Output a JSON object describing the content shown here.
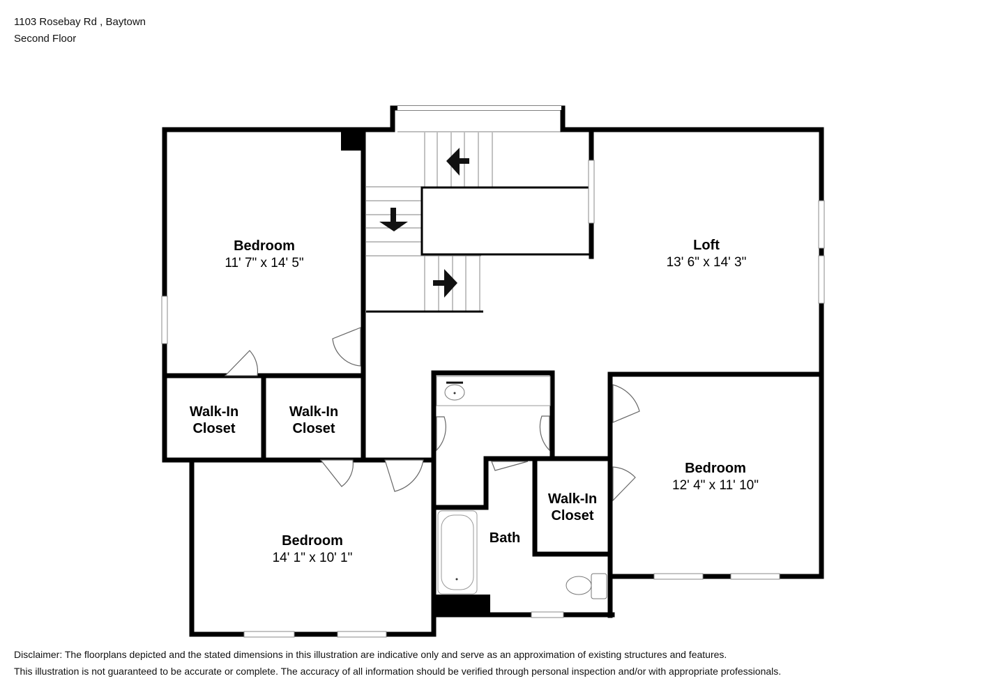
{
  "header": {
    "address": "1103 Rosebay Rd , Baytown",
    "floor": "Second Floor"
  },
  "rooms": [
    {
      "name": "Bedroom",
      "dims": "11' 7\" x 14' 5\""
    },
    {
      "name": "Loft",
      "dims": "13' 6\" x 14' 3\""
    },
    {
      "name": "Walk-In",
      "name2": "Closet"
    },
    {
      "name": "Walk-In",
      "name2": "Closet"
    },
    {
      "name": "Bedroom",
      "dims": "14' 1\" x 10' 1\""
    },
    {
      "name": "Bath"
    },
    {
      "name": "Walk-In",
      "name2": "Closet"
    },
    {
      "name": "Bedroom",
      "dims": "12' 4\" x 11' 10\""
    }
  ],
  "disclaimer": {
    "line1": "Disclaimer: The floorplans depicted and the stated dimensions in this illustration are indicative only and serve as an approximation of existing structures and features.",
    "line2": "This illustration is not guaranteed to be accurate or complete. The accuracy of all information should be verified through personal inspection and/or with appropriate professionals."
  }
}
